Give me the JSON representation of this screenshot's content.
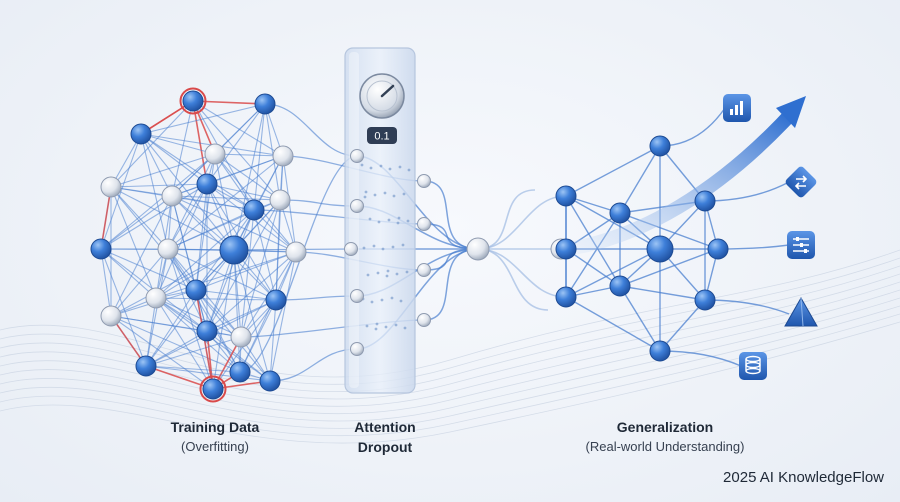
{
  "labels": {
    "training_title": "Training Data",
    "training_sub": "(Overfitting)",
    "attention_line1": "Attention",
    "attention_line2": "Dropout",
    "general_title": "Generalization",
    "general_sub": "(Real-world Understanding)"
  },
  "dropout_dial": {
    "value": "0.1"
  },
  "footer": {
    "text": "2025 AI KnowledgeFlow"
  },
  "icons": [
    "bar-chart-icon",
    "arrows-swap-icon",
    "sliders-icon",
    "pyramid-icon",
    "database-icon"
  ],
  "colors": {
    "node_blue": "#2f6fd0",
    "node_gray": "#e5e7eb",
    "edge_blue": "#4a7fcf",
    "overfit_red": "#d94a4a",
    "panel": "#dbe6f5"
  }
}
